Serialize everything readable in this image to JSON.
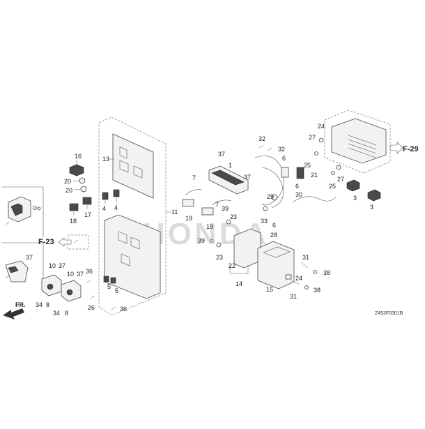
{
  "diagram": {
    "diagram_code": "Z453F0301B",
    "watermark": "HONDA",
    "ref_f23": "F-23",
    "ref_f29": "F-29",
    "direction_label": "FR.",
    "callouts": {
      "c1": "1",
      "c3a": "3",
      "c3b": "3",
      "c4a": "4",
      "c4b": "4",
      "c5a": "5",
      "c5b": "5",
      "c6a": "6",
      "c6b": "6",
      "c6c": "6",
      "c7a": "7",
      "c7b": "7",
      "c8a": "8",
      "c8b": "8",
      "c10a": "10",
      "c10b": "10",
      "c11": "11",
      "c13": "13",
      "c14": "14",
      "c15": "15",
      "c16": "16",
      "c17": "17",
      "c18": "18",
      "c19a": "19",
      "c19b": "19",
      "c20a": "20",
      "c20b": "20",
      "c21": "21",
      "c22": "22",
      "c23a": "23",
      "c23b": "23",
      "c24a": "24",
      "c24b": "24",
      "c25a": "25",
      "c25b": "25",
      "c26": "26",
      "c27a": "27",
      "c27b": "27",
      "c28": "28",
      "c29": "29",
      "c30": "30",
      "c31a": "31",
      "c31b": "31",
      "c32a": "32",
      "c32b": "32",
      "c33": "33",
      "c34a": "34",
      "c34b": "34",
      "c36a": "36",
      "c36b": "36",
      "c37a": "37",
      "c37b": "37",
      "c37c": "37",
      "c37d": "37",
      "c37e": "37",
      "c38a": "38",
      "c38b": "38",
      "c39a": "39",
      "c39b": "39"
    }
  }
}
